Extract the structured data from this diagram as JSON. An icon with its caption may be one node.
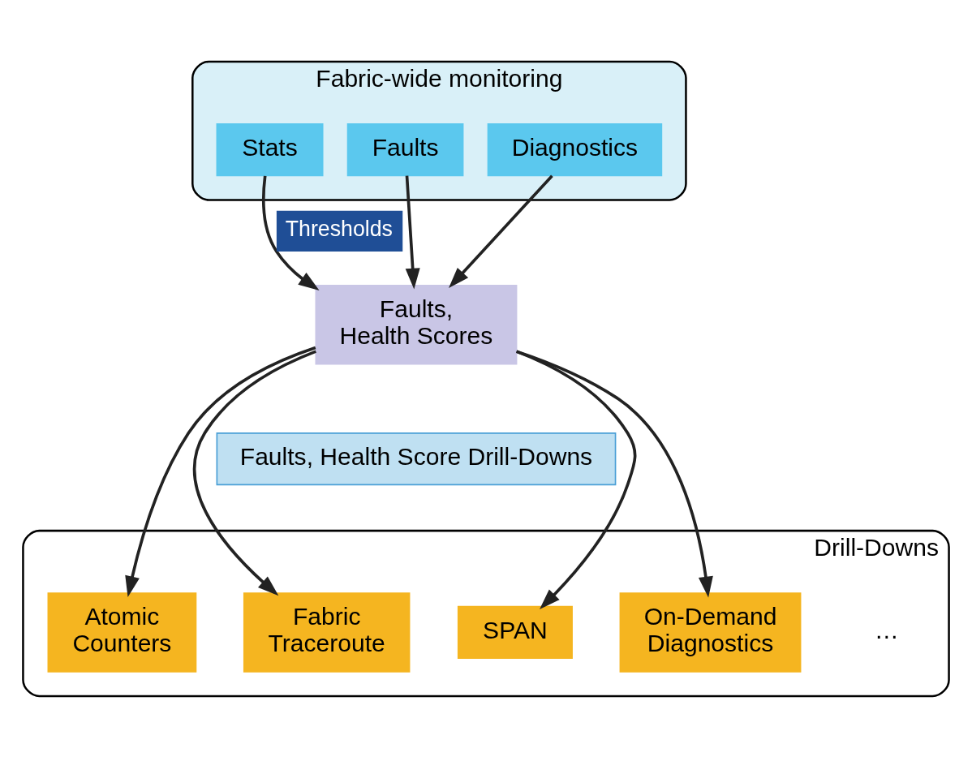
{
  "diagram": {
    "nodes": [
      {
        "text": [
          "Fabric-wide monitoring"
        ]
      },
      {
        "text": [
          "Stats"
        ],
        "in": 0
      },
      {
        "text": [
          "Faults"
        ],
        "in": 0
      },
      {
        "text": [
          "Diagnostics"
        ],
        "in": 0
      },
      {
        "text": [
          "Faults, Health Scores"
        ]
      },
      {
        "text": [
          "Faults, Health Score Drill-Downs"
        ]
      },
      {
        "text": [
          "Drill-Downs"
        ]
      },
      {
        "text": [
          "Atomic Counters"
        ],
        "in": 6
      },
      {
        "text": [
          "Fabric Traceroute"
        ],
        "in": 6
      },
      {
        "text": [
          "SPAN"
        ],
        "in": 6
      },
      {
        "text": [
          "On-Demand Diagnostics"
        ],
        "in": 6
      }
    ],
    "edges": [
      {
        "from": 1,
        "to": 4,
        "arrow": "to",
        "label": "Thresholds"
      },
      {
        "from": 2,
        "to": 4,
        "arrow": "to"
      },
      {
        "from": 3,
        "to": 4,
        "arrow": "to"
      },
      {
        "from": 4,
        "to": 7,
        "arrow": "to"
      },
      {
        "from": 4,
        "to": 8,
        "arrow": "to"
      },
      {
        "from": 4,
        "to": 9,
        "arrow": "to"
      },
      {
        "from": 4,
        "to": 10,
        "arrow": "to"
      }
    ],
    "labels": [
      "…"
    ]
  }
}
